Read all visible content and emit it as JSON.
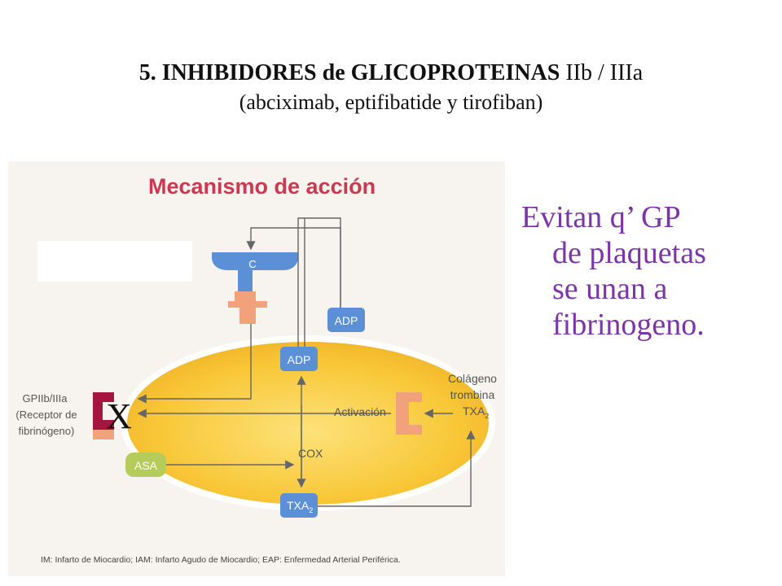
{
  "title": {
    "num_bold": "5. INHIBIDORES  de GLICOPROTEINAS",
    "suffix": " IIb / IIIa",
    "subtitle": "(abciximab, eptifibatide y tirofiban)"
  },
  "diagram": {
    "heading": "Mecanismo de acción",
    "c_label": "C",
    "adp_out": "ADP",
    "adp_in": "ADP",
    "activacion": "Activación",
    "cox": "COX",
    "asa": "ASA",
    "txa_base": "TXA",
    "txa_sub": "2",
    "gp_label_1": "GPIIb/IIIa",
    "gp_label_2": "(Receptor de",
    "gp_label_3": "fibrinógeno)",
    "agonist_1": "Colágeno",
    "agonist_2": "trombina",
    "agonist_3_base": "TXA",
    "agonist_3_sub": "2",
    "block_mark": "X",
    "footnote": "IM: Infarto de Miocardio; IAM: Infarto Agudo de Miocardio; EAP: Enfermedad Arterial Periférica.",
    "colors": {
      "blue": "#5b8fd6",
      "orange": "#f2a27a",
      "crimson": "#a3163d",
      "lime": "#b6cc5a",
      "title_red": "#c93a50",
      "cell": "#f6c33a"
    }
  },
  "mechanism": {
    "line1": "Evitan q’ GP",
    "line2": "de plaquetas",
    "line3": "se unan a",
    "line4": "fibrinogeno."
  }
}
